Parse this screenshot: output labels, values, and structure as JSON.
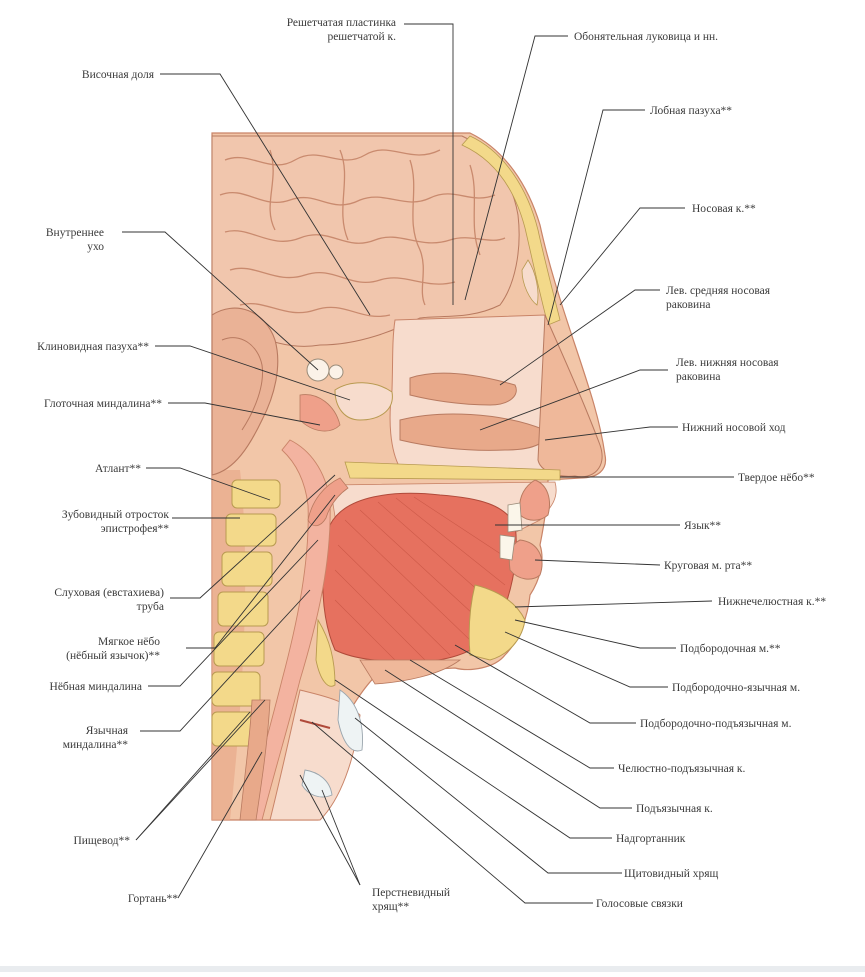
{
  "labels": {
    "reshetchataya_1": "Решетчатая пластинка",
    "reshetchataya_2": "решетчатой к.",
    "obonyatelnaya": "Обонятельная луковица и нн.",
    "visochnaya": "Височная доля",
    "lobnaya": "Лобная пазуха**",
    "vnutrennee_1": "Внутреннее",
    "vnutrennee_2": "ухо",
    "nosovaya": "Носовая к.**",
    "srednyaya_1": "Лев. средняя носовая",
    "srednyaya_2": "раковина",
    "klinovidnaya": "Клиновидная пазуха**",
    "nizhnyaya_rak_1": "Лев. нижняя носовая",
    "nizhnyaya_rak_2": "раковина",
    "glotochnaya": "Глоточная миндалина**",
    "nizhniy_hod": "Нижний носовой ход",
    "atlant": "Атлант**",
    "tverdoe": "Твердое нёбо**",
    "zubovidny_1": "Зубовидный отросток",
    "zubovidny_2": "эпистрофея**",
    "yazyk": "Язык**",
    "krugovaya": "Круговая м. рта**",
    "sluhovaya_1": "Слуховая (евстахиева)",
    "sluhovaya_2": "труба",
    "nizhnechelyust": "Нижнечелюстная к.**",
    "myagkoe_1": "Мягкое нёбо",
    "myagkoe_2": "(нёбный язычок)**",
    "podborodochnaya": "Подбородочная м.**",
    "nebnaya": "Нёбная миндалина",
    "podbor_yazychnaya": "Подбородочно-язычная м.",
    "yazychnaya_1": "Язычная",
    "yazychnaya_2": "миндалина**",
    "podbor_podyaz": "Подбородочно-подъязычная м.",
    "chelyust_podyaz": "Челюстно-подъязычная к.",
    "podyazychnaya": "Подъязычная к.",
    "pishevod": "Пищевод**",
    "nadgortannik": "Надгортанник",
    "gortan": "Гортань**",
    "shitovidny": "Щитовидный хрящ",
    "perstnevidny_1": "Перстневидный",
    "perstnevidny_2": "хрящ**",
    "golosovye": "Голосовые связки"
  },
  "colors": {
    "skin": "#f2c6a8",
    "skin_shade": "#e8a98a",
    "brain": "#f1c6ad",
    "brain_groove": "#c98a6e",
    "muscle": "#e6715f",
    "muscle_light": "#f08c78",
    "bone": "#f3d98a",
    "mucosa": "#f3b3a0",
    "cavity": "#f7dccd",
    "leader": "#333333"
  }
}
